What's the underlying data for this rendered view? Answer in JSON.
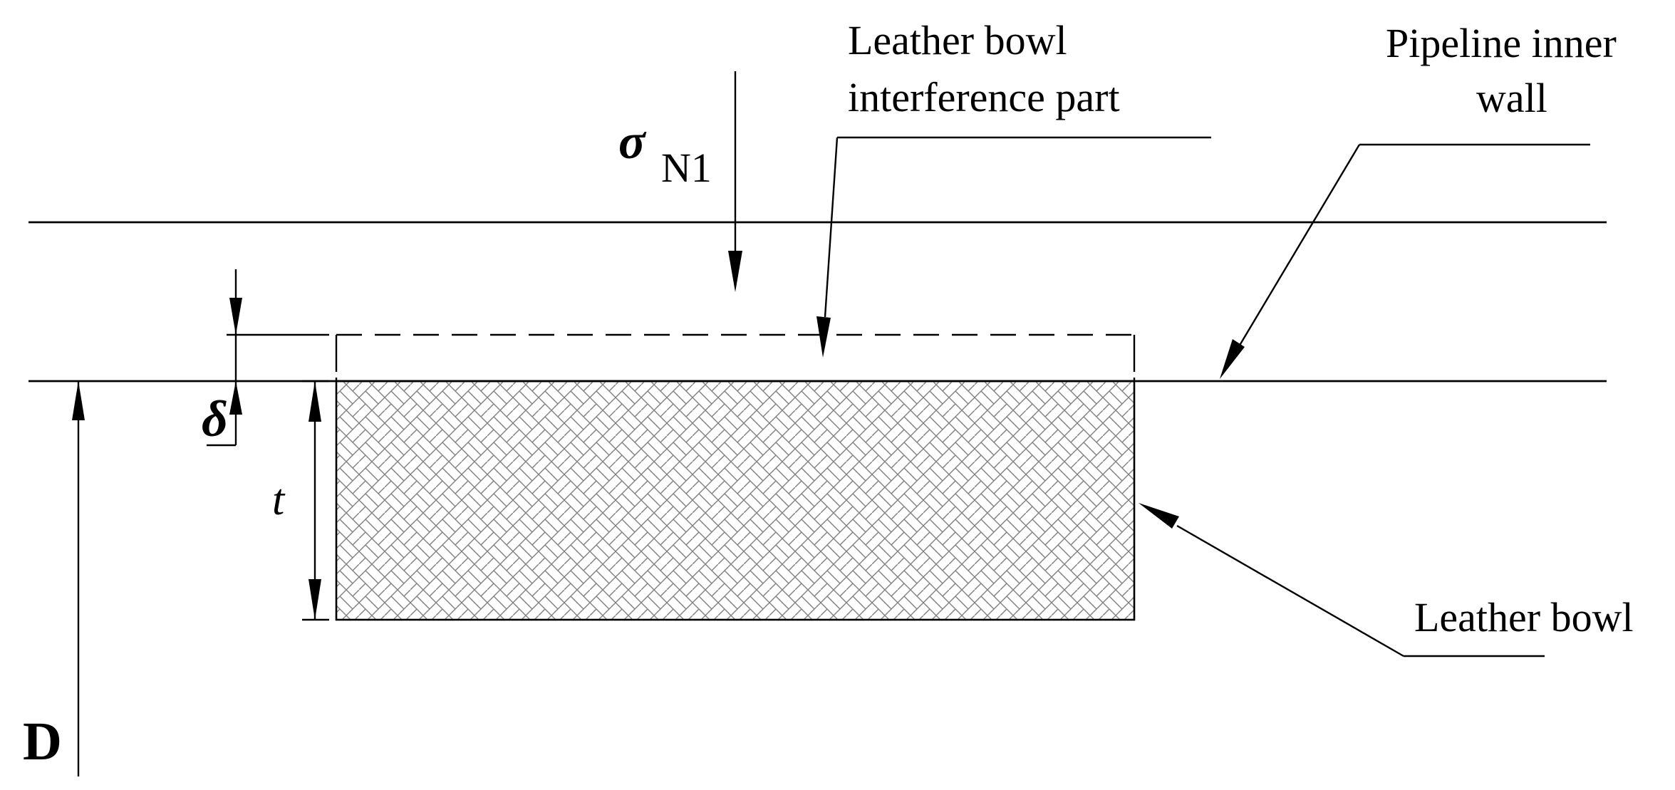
{
  "labels": {
    "interference_line1": "Leather bowl",
    "interference_line2": "interference part",
    "pipeline_line1": "Pipeline inner",
    "pipeline_line2": "wall",
    "leather_bowl": "Leather bowl"
  },
  "symbols": {
    "sigma": "σ",
    "sigma_subscript": "N1",
    "delta": "δ",
    "thickness": "t",
    "diameter": "D"
  },
  "colors": {
    "line": "#000000",
    "hatch": "#808080",
    "background": "#ffffff"
  }
}
